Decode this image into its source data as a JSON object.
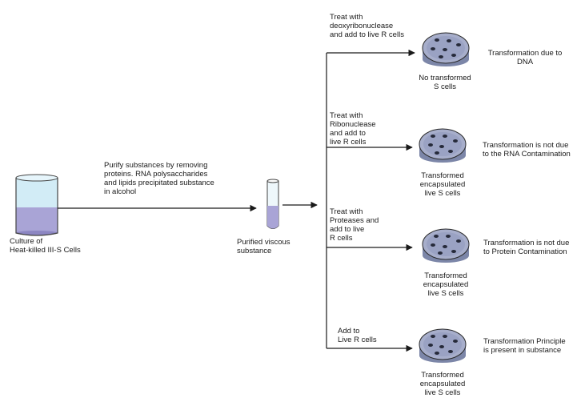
{
  "source": {
    "label": "Culture of\nHeat-killed III-S Cells"
  },
  "purification": {
    "instruction": "Purify substances by removing\nproteins. RNA polysaccharides\nand lipids precipitated substance\nin alcohol",
    "product_label": "Purified viscous\nsubstance"
  },
  "branches": [
    {
      "treatment": "Treat with\ndeoxyribonuclease\nand add to live R cells",
      "result": "No transformed\nS cells",
      "conclusion": "Transformation due to\nDNA"
    },
    {
      "treatment": "Treat with\nRibonuclease\nand add to\nlive R cells",
      "result": "Transformed\nencapsulated\nlive S cells",
      "conclusion": "Transformation is not due\nto the RNA Contamination"
    },
    {
      "treatment": "Treat with\nProteases and\nadd to live\nR cells",
      "result": "Transformed\nencapsulated\nlive S cells",
      "conclusion": "Transformation is not due\nto Protein Contamination"
    },
    {
      "treatment": "Add to\nLive R cells",
      "result": "Transformed\nencapsulated\nlive S cells",
      "conclusion": "Transformation Principle\nis present in substance"
    }
  ],
  "colors": {
    "liquid": "#a9a4d6",
    "glass_top": "#d2ecf6",
    "dish_fill": "#9fa8c6",
    "colony": "#262a3a",
    "line": "#1a1a1a"
  }
}
